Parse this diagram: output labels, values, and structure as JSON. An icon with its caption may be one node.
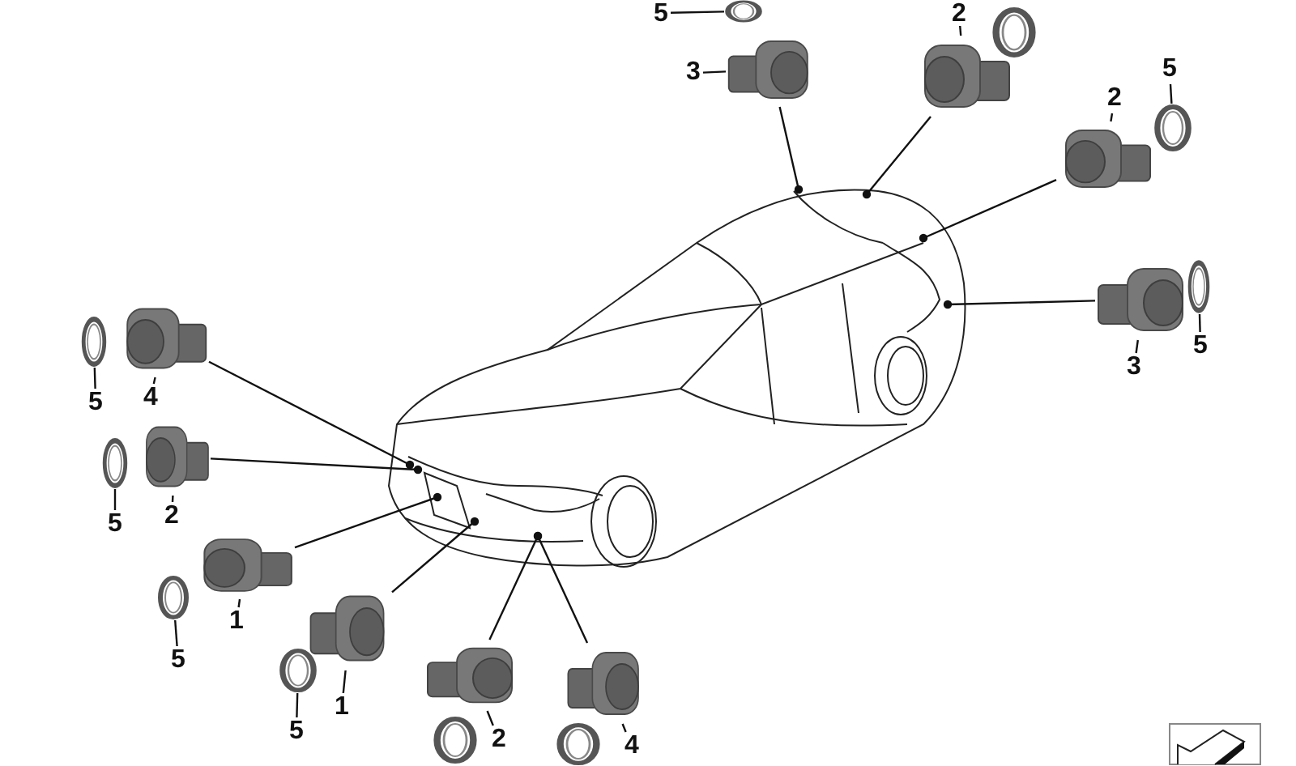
{
  "diagram": {
    "nodes": [
      {
        "text": [
          "5"
        ]
      },
      {
        "text": [],
        "shape": "picture"
      },
      {
        "text": [
          "3"
        ]
      },
      {
        "text": [],
        "shape": "picture"
      },
      {
        "text": [
          "2"
        ]
      },
      {
        "text": [],
        "shape": "picture"
      },
      {
        "text": [],
        "shape": "picture"
      },
      {
        "text": [
          "5"
        ]
      },
      {
        "text": [
          "2"
        ]
      },
      {
        "text": [],
        "shape": "picture"
      },
      {
        "text": [],
        "shape": "picture"
      },
      {
        "text": [],
        "shape": "picture"
      },
      {
        "text": [],
        "shape": "picture"
      },
      {
        "text": [
          "3"
        ]
      },
      {
        "text": [
          "5"
        ]
      },
      {
        "text": [],
        "shape": "picture"
      },
      {
        "text": [],
        "shape": "picture"
      },
      {
        "text": [
          "5"
        ]
      },
      {
        "text": [
          "4"
        ]
      },
      {
        "text": [],
        "shape": "picture"
      },
      {
        "text": [],
        "shape": "picture"
      },
      {
        "text": [
          "5"
        ]
      },
      {
        "text": [
          "2"
        ]
      },
      {
        "text": [],
        "shape": "picture"
      },
      {
        "text": [],
        "shape": "picture"
      },
      {
        "text": [
          "1"
        ]
      },
      {
        "text": [
          "5"
        ]
      },
      {
        "text": [],
        "shape": "picture"
      },
      {
        "text": [],
        "shape": "picture"
      },
      {
        "text": [
          "1"
        ]
      },
      {
        "text": [
          "5"
        ]
      },
      {
        "text": [],
        "shape": "picture"
      },
      {
        "text": [],
        "shape": "picture"
      },
      {
        "text": [
          "2"
        ]
      },
      {
        "text": [
          "4"
        ]
      },
      {
        "text": [],
        "shape": "picture"
      },
      {
        "text": [],
        "shape": "picture"
      }
    ],
    "edges": [
      {
        "from": 0,
        "to": 1,
        "arrow": "none"
      },
      {
        "from": 2,
        "to": 3,
        "arrow": "none"
      },
      {
        "from": 4,
        "to": 5,
        "arrow": "none"
      },
      {
        "from": 7,
        "to": 10,
        "arrow": "none"
      },
      {
        "from": 8,
        "to": 9,
        "arrow": "none"
      },
      {
        "from": 13,
        "to": 11,
        "arrow": "none"
      },
      {
        "from": 14,
        "to": 12,
        "arrow": "none"
      },
      {
        "from": 17,
        "to": 15,
        "arrow": "none"
      },
      {
        "from": 18,
        "to": 16,
        "arrow": "none"
      },
      {
        "from": 21,
        "to": 19,
        "arrow": "none"
      },
      {
        "from": 22,
        "to": 20,
        "arrow": "none"
      },
      {
        "from": 25,
        "to": 23,
        "arrow": "none"
      },
      {
        "from": 26,
        "to": 24,
        "arrow": "none"
      },
      {
        "from": 29,
        "to": 27,
        "arrow": "none"
      },
      {
        "from": 30,
        "to": 28,
        "arrow": "none"
      },
      {
        "from": 33,
        "to": 31,
        "arrow": "none"
      },
      {
        "from": 34,
        "to": 32,
        "arrow": "none"
      },
      {
        "from": 3,
        "to": null,
        "arrow": "other"
      },
      {
        "from": 5,
        "to": null,
        "arrow": "other"
      },
      {
        "from": 9,
        "to": null,
        "arrow": "other"
      },
      {
        "from": 11,
        "to": null,
        "arrow": "other"
      },
      {
        "from": 16,
        "to": null,
        "arrow": "other"
      },
      {
        "from": 20,
        "to": null,
        "arrow": "other"
      },
      {
        "from": 23,
        "to": null,
        "arrow": "other"
      },
      {
        "from": 27,
        "to": null,
        "arrow": "other"
      },
      {
        "from": 31,
        "to": null,
        "arrow": "other"
      },
      {
        "from": 32,
        "to": null,
        "arrow": "other"
      }
    ]
  }
}
